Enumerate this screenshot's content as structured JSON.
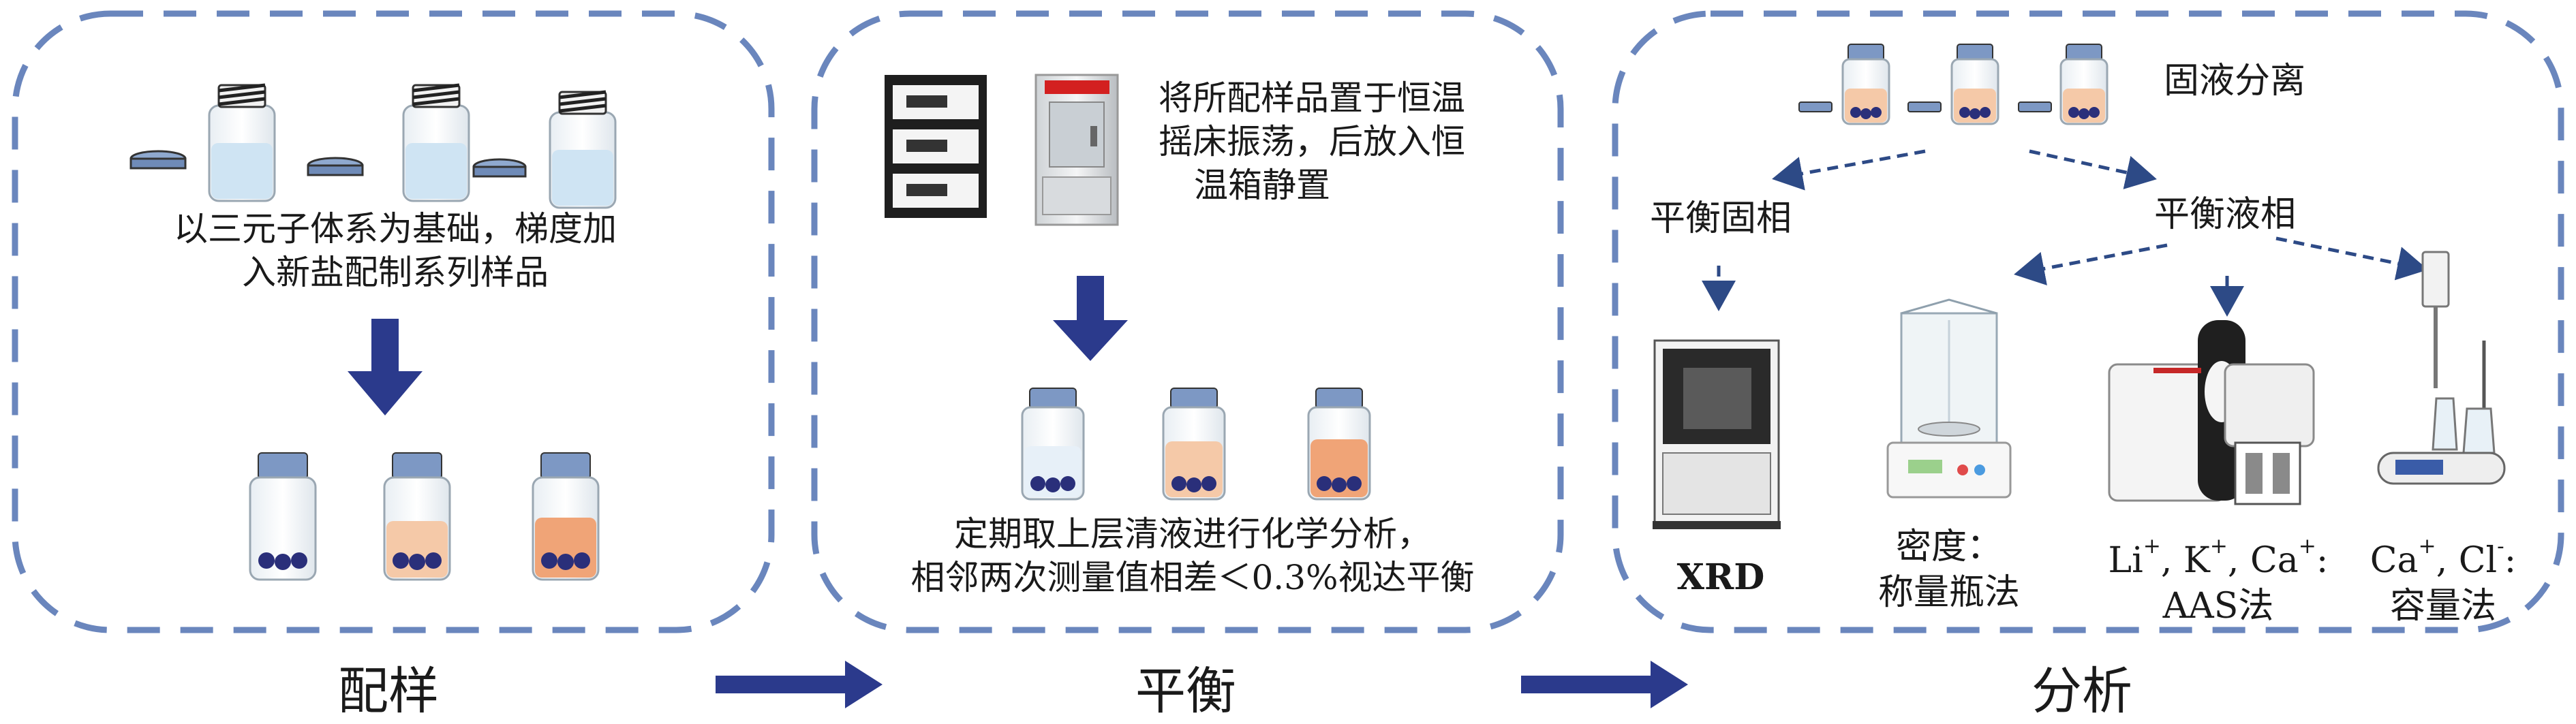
{
  "colors": {
    "dash_border": "#6a86bd",
    "block_arrow": "#2b3a8c",
    "dashed_arrow": "#2d4a86",
    "solution_clear": "#cfe4f3",
    "solution_mid": "#f5c9a8",
    "solution_rich": "#f0a477",
    "solid_particles": "#2a2f7a",
    "cap_blue": "#7d98c4"
  },
  "panels": [
    {
      "title": "配样",
      "text_lines": [
        "以三元子体系为基础，梯度加",
        "入新盐配制系列样品"
      ]
    },
    {
      "title": "平衡",
      "top_text_lines": [
        "将所配样品置于恒温",
        "摇床振荡，后放入恒",
        "温箱静置"
      ],
      "bottom_text_lines": [
        "定期取上层清液进行化学分析，",
        "相邻两次测量值相差＜0.3%视达平衡"
      ]
    },
    {
      "title": "分析",
      "separation_label": "固液分离",
      "solid_phase_label": "平衡固相",
      "liquid_phase_label": "平衡液相",
      "methods": [
        {
          "lines": [
            "XRD"
          ]
        },
        {
          "lines": [
            "密度：",
            "称量瓶法"
          ]
        },
        {
          "line1_parts": [
            "Li",
            "+",
            ", K",
            "+",
            ", Ca",
            "+",
            ":"
          ],
          "line2": "AAS法"
        },
        {
          "line1_parts": [
            "Ca",
            "+",
            ", Cl",
            "-",
            ":"
          ],
          "line2": "容量法"
        }
      ]
    }
  ],
  "icons": [
    "sample-bottle-icon",
    "shaker-incubator-icon",
    "constant-temperature-box-icon",
    "xrd-instrument-icon",
    "balance-icon",
    "aas-spectrometer-icon",
    "titrator-icon"
  ]
}
